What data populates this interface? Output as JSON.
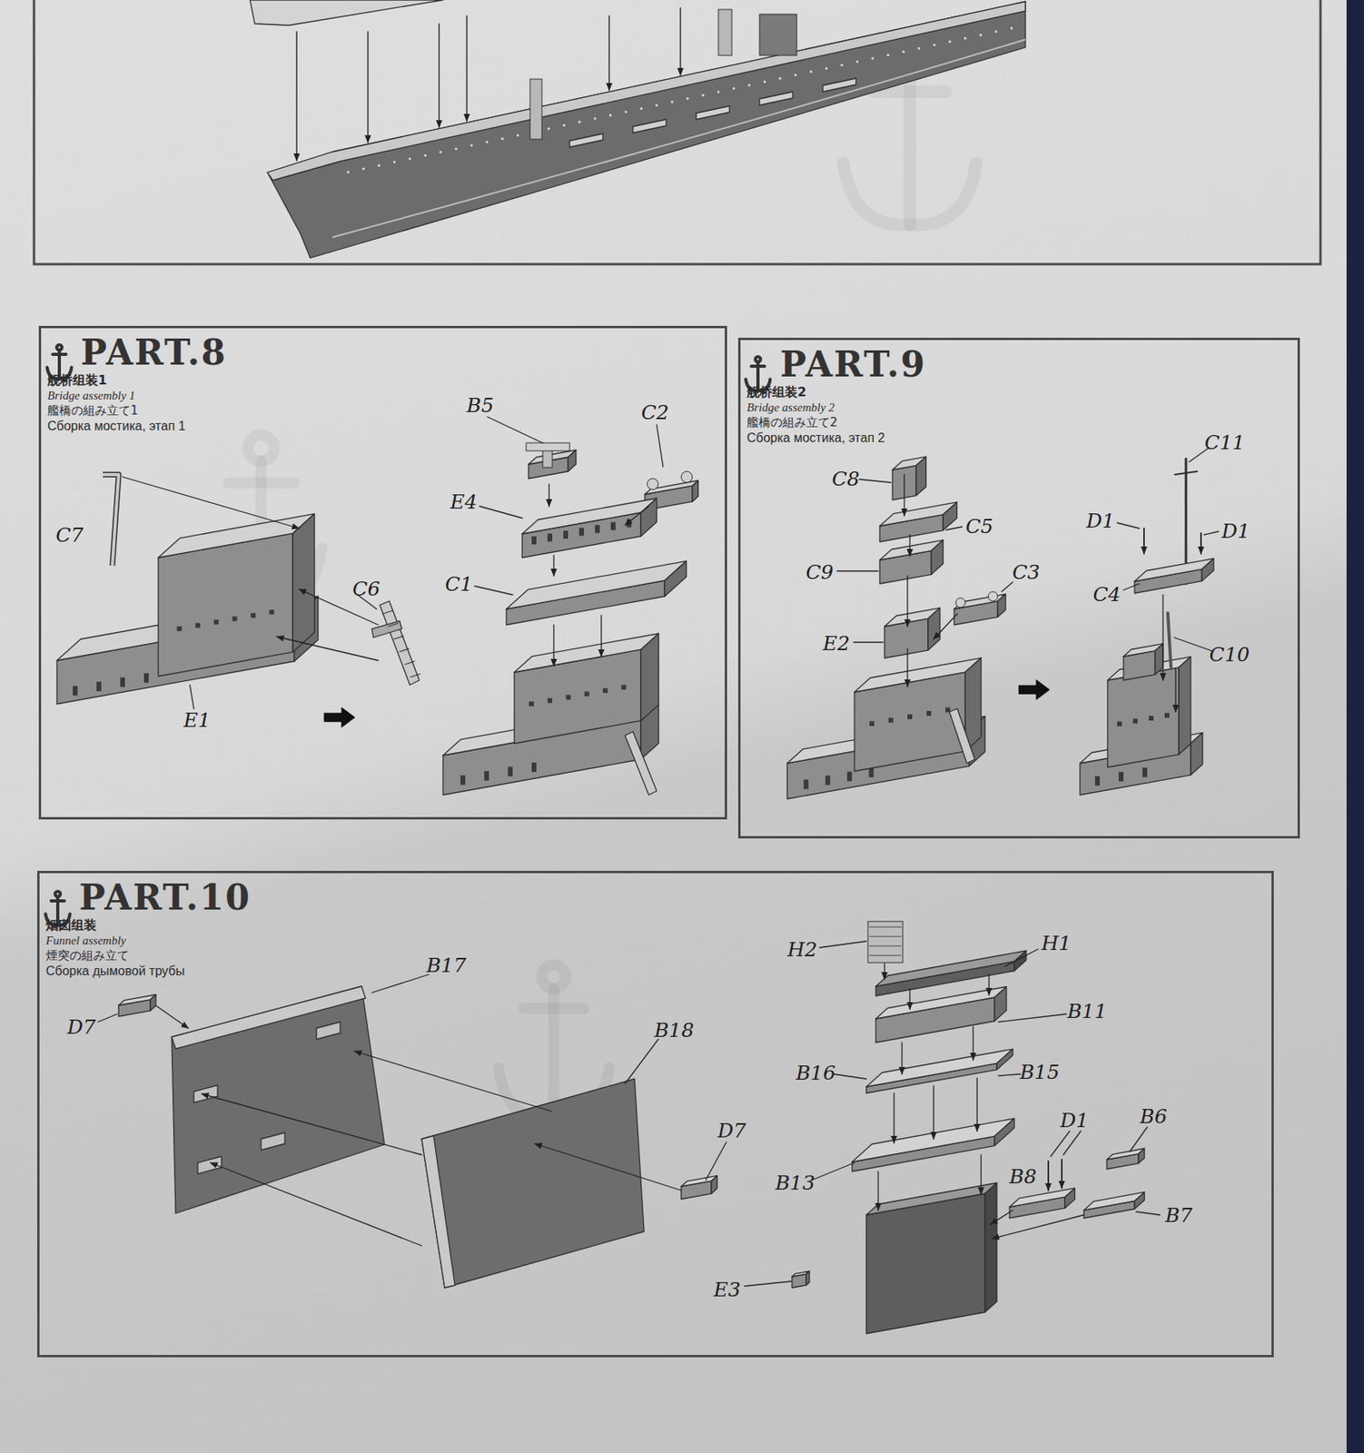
{
  "diagram": {
    "nodes": [
      {
        "text": [
          "PART.8",
          "舰桥组装1",
          "Bridge assembly 1",
          "艦橋の組み立て1",
          "Сборка мостика, этап 1"
        ]
      },
      {
        "text": [
          "PART.9",
          "舰桥组装2",
          "Bridge assembly 2",
          "艦橋の組み立て2",
          "Сборка мостика, этап 2"
        ]
      },
      {
        "text": [
          "PART.10",
          "烟囱组装",
          "Funnel assembly",
          "煙突の組み立て",
          "Сборка дымовой трубы"
        ]
      }
    ],
    "labels": [
      "B5",
      "C2",
      "C7",
      "E4",
      "C6",
      "C1",
      "E1",
      "C11",
      "C8",
      "D1",
      "C5",
      "D1",
      "C9",
      "C3",
      "C4",
      "E2",
      "C10",
      "B17",
      "H2",
      "H1",
      "D7",
      "B18",
      "B11",
      "B16",
      "B15",
      "D1",
      "B6",
      "D7",
      "B13",
      "B8",
      "B7",
      "E3"
    ]
  }
}
